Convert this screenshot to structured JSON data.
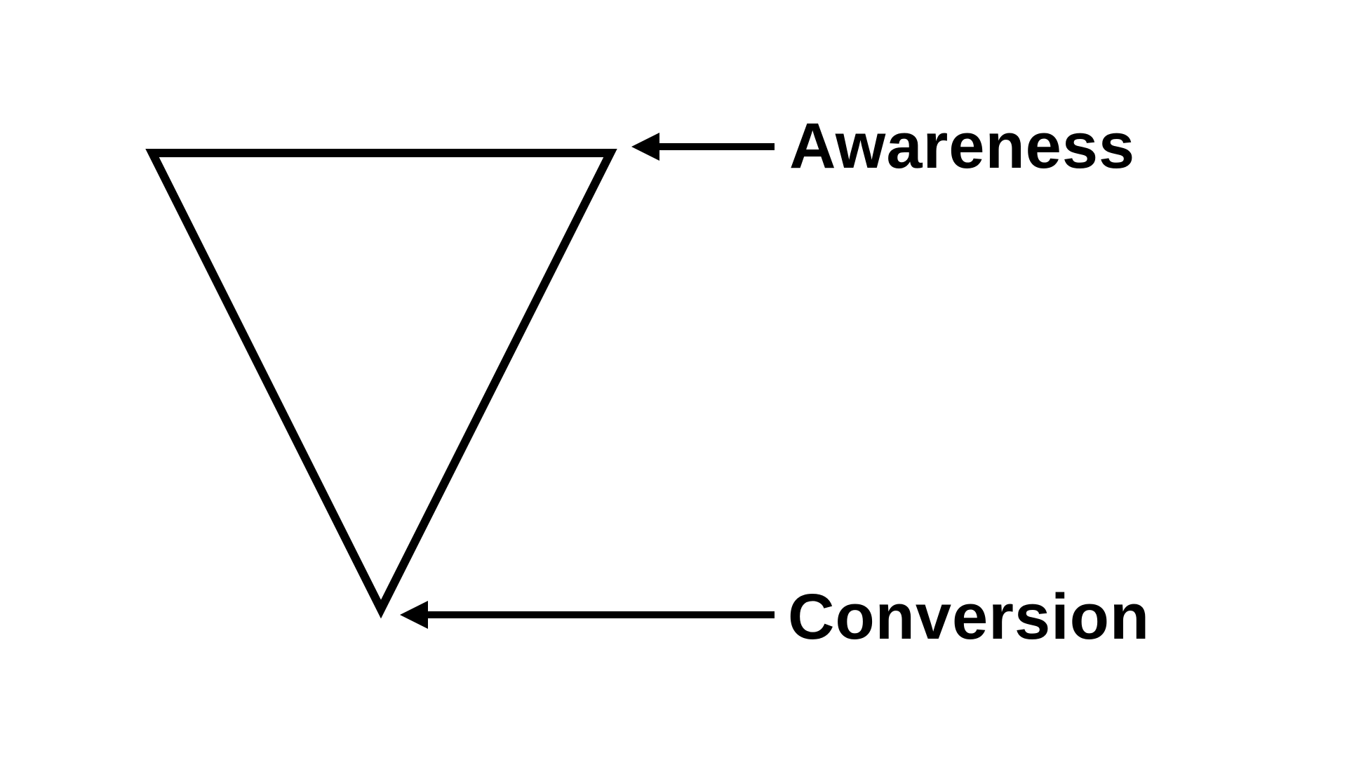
{
  "diagram": {
    "type": "funnel",
    "shape": "inverted-triangle",
    "stages": [
      {
        "label": "Awareness",
        "position": "top"
      },
      {
        "label": "Conversion",
        "position": "bottom"
      }
    ]
  },
  "colors": {
    "stroke": "#000000",
    "background": "#ffffff",
    "text": "#000000"
  }
}
